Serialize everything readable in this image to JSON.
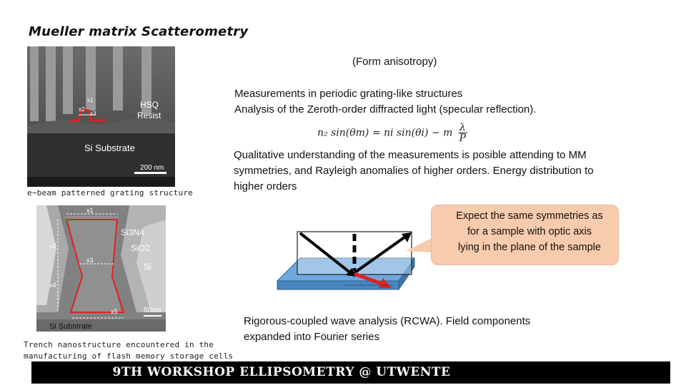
{
  "title": "Mueller matrix Scatterometry",
  "subtitle": "(Form anisotropy)",
  "measurements": {
    "line1": "Measurements in periodic grating-like structures",
    "line2": "Analysis of the Zeroth-order diffracted light (specular reflection)."
  },
  "formula": {
    "lhs": "n₂ sin(θm) = ni sin(θi) − m",
    "frac_num": "λ",
    "frac_den": "P"
  },
  "qualitative": {
    "line1": "Qualitative understanding of the measurements is posible attending to MM",
    "line2": "symmetries, and Rayleigh anomalies of higher orders. Energy distribution to",
    "line3": "higher orders"
  },
  "callout": {
    "line1": "Expect  the same symmetries as",
    "line2": "for a sample with optic axis",
    "line3": "lying in the plane of the sample"
  },
  "rcwa": {
    "line1": "Rigorous-coupled wave analysis (RCWA). Field components",
    "line2": "expanded into Fourier series"
  },
  "sem1": {
    "hsq": "HSQ",
    "resist": "Resist",
    "substrate": "Si Substrate",
    "scale": "200 nm",
    "x1": "x1",
    "x2": "x2",
    "x3": "x3"
  },
  "caption1": "e−beam patterned grating structure",
  "sem2": {
    "si3n4": "Si3N4",
    "sio2": "SiO2",
    "si": "Si",
    "substrate": "Si Substrate",
    "scale": "50nm",
    "x1": "x1",
    "x2": "x2",
    "x3": "x3",
    "x4": "x4",
    "x5": "x5"
  },
  "caption2": {
    "line1": "Trench nanostructure encountered in the",
    "line2": "manufacturing of flash memory storage cells"
  },
  "footer": "9TH WORKSHOP ELLIPSOMETRY @ UTWENTE",
  "colors": {
    "callout_bg": "#f8cbad",
    "plate_top": "#5b9bd5",
    "arrow_red": "#e02020",
    "footer_bg": "#000000"
  }
}
